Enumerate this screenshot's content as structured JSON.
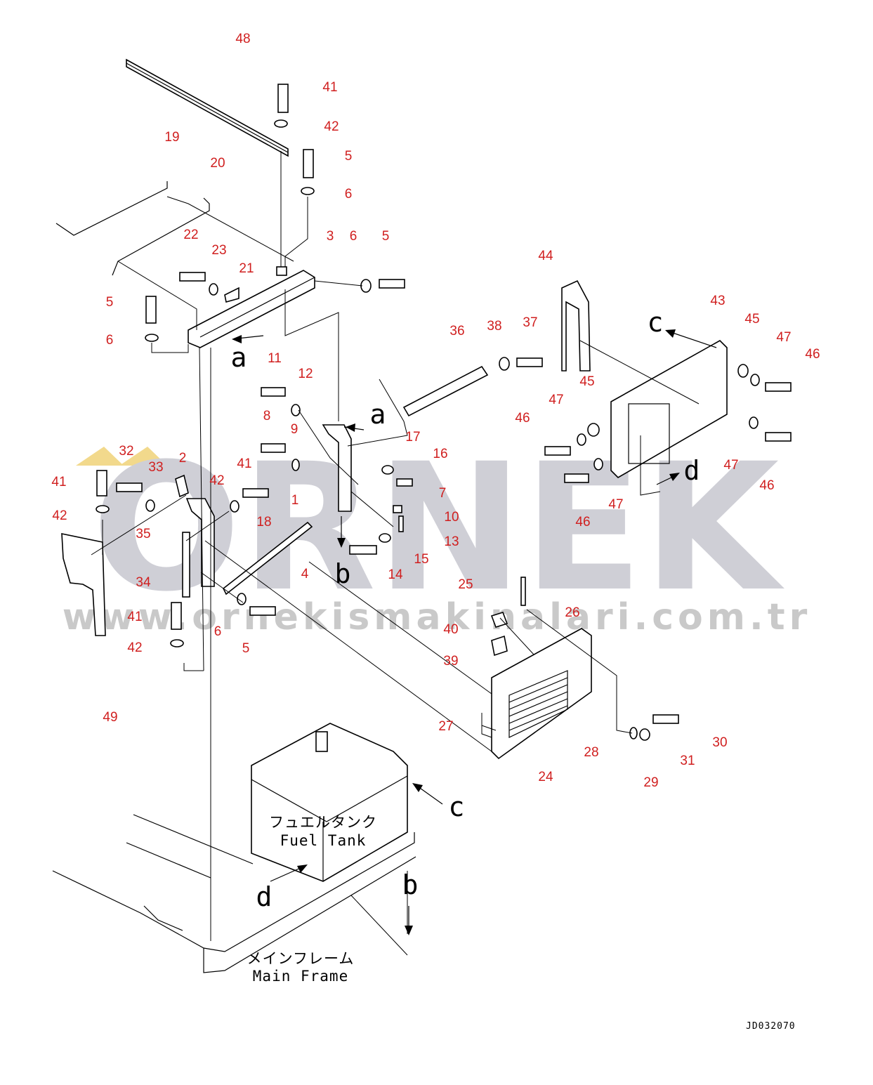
{
  "watermark": {
    "brand": "ORNEK",
    "url": "www.ornekismakinalari.com.tr",
    "color": "#cfcfd6",
    "accent": "#f2d98c"
  },
  "labels": {
    "fuel_tank_jp": "フュエルタンク",
    "fuel_tank_en": "Fuel Tank",
    "main_frame_jp": "メインフレーム",
    "main_frame_en": "Main Frame",
    "drawing_code": "JD032070"
  },
  "view_markers": [
    "a",
    "a",
    "b",
    "b",
    "c",
    "c",
    "d",
    "d"
  ],
  "callout_color": "#d01f1f",
  "callouts": [
    "48",
    "41",
    "42",
    "5",
    "6",
    "19",
    "20",
    "22",
    "23",
    "21",
    "3",
    "6",
    "5",
    "5",
    "6",
    "44",
    "43",
    "45",
    "47",
    "46",
    "36",
    "38",
    "37",
    "11",
    "12",
    "8",
    "9",
    "17",
    "16",
    "7",
    "10",
    "13",
    "15",
    "14",
    "1",
    "2",
    "41",
    "42",
    "18",
    "4",
    "32",
    "33",
    "41",
    "42",
    "35",
    "34",
    "41",
    "42",
    "6",
    "5",
    "49",
    "47",
    "45",
    "46",
    "47",
    "46",
    "47",
    "46",
    "25",
    "26",
    "40",
    "39",
    "27",
    "24",
    "28",
    "29",
    "31",
    "30"
  ]
}
